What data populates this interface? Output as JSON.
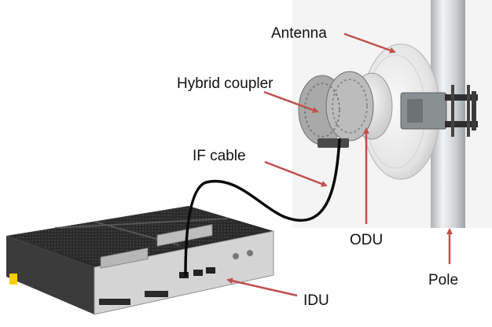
{
  "labels": {
    "antenna": "Antenna",
    "hybrid_coupler": "Hybrid coupler",
    "if_cable": "IF cable",
    "odu": "ODU",
    "pole": "Pole",
    "idu": "IDU"
  },
  "colors": {
    "arrow": "#c0504d",
    "text": "#111111",
    "cable": "#0a0a0a",
    "idu_body": "#2b2b2b",
    "dish": "#e6e6e6",
    "pole": "#d9dbdc"
  }
}
